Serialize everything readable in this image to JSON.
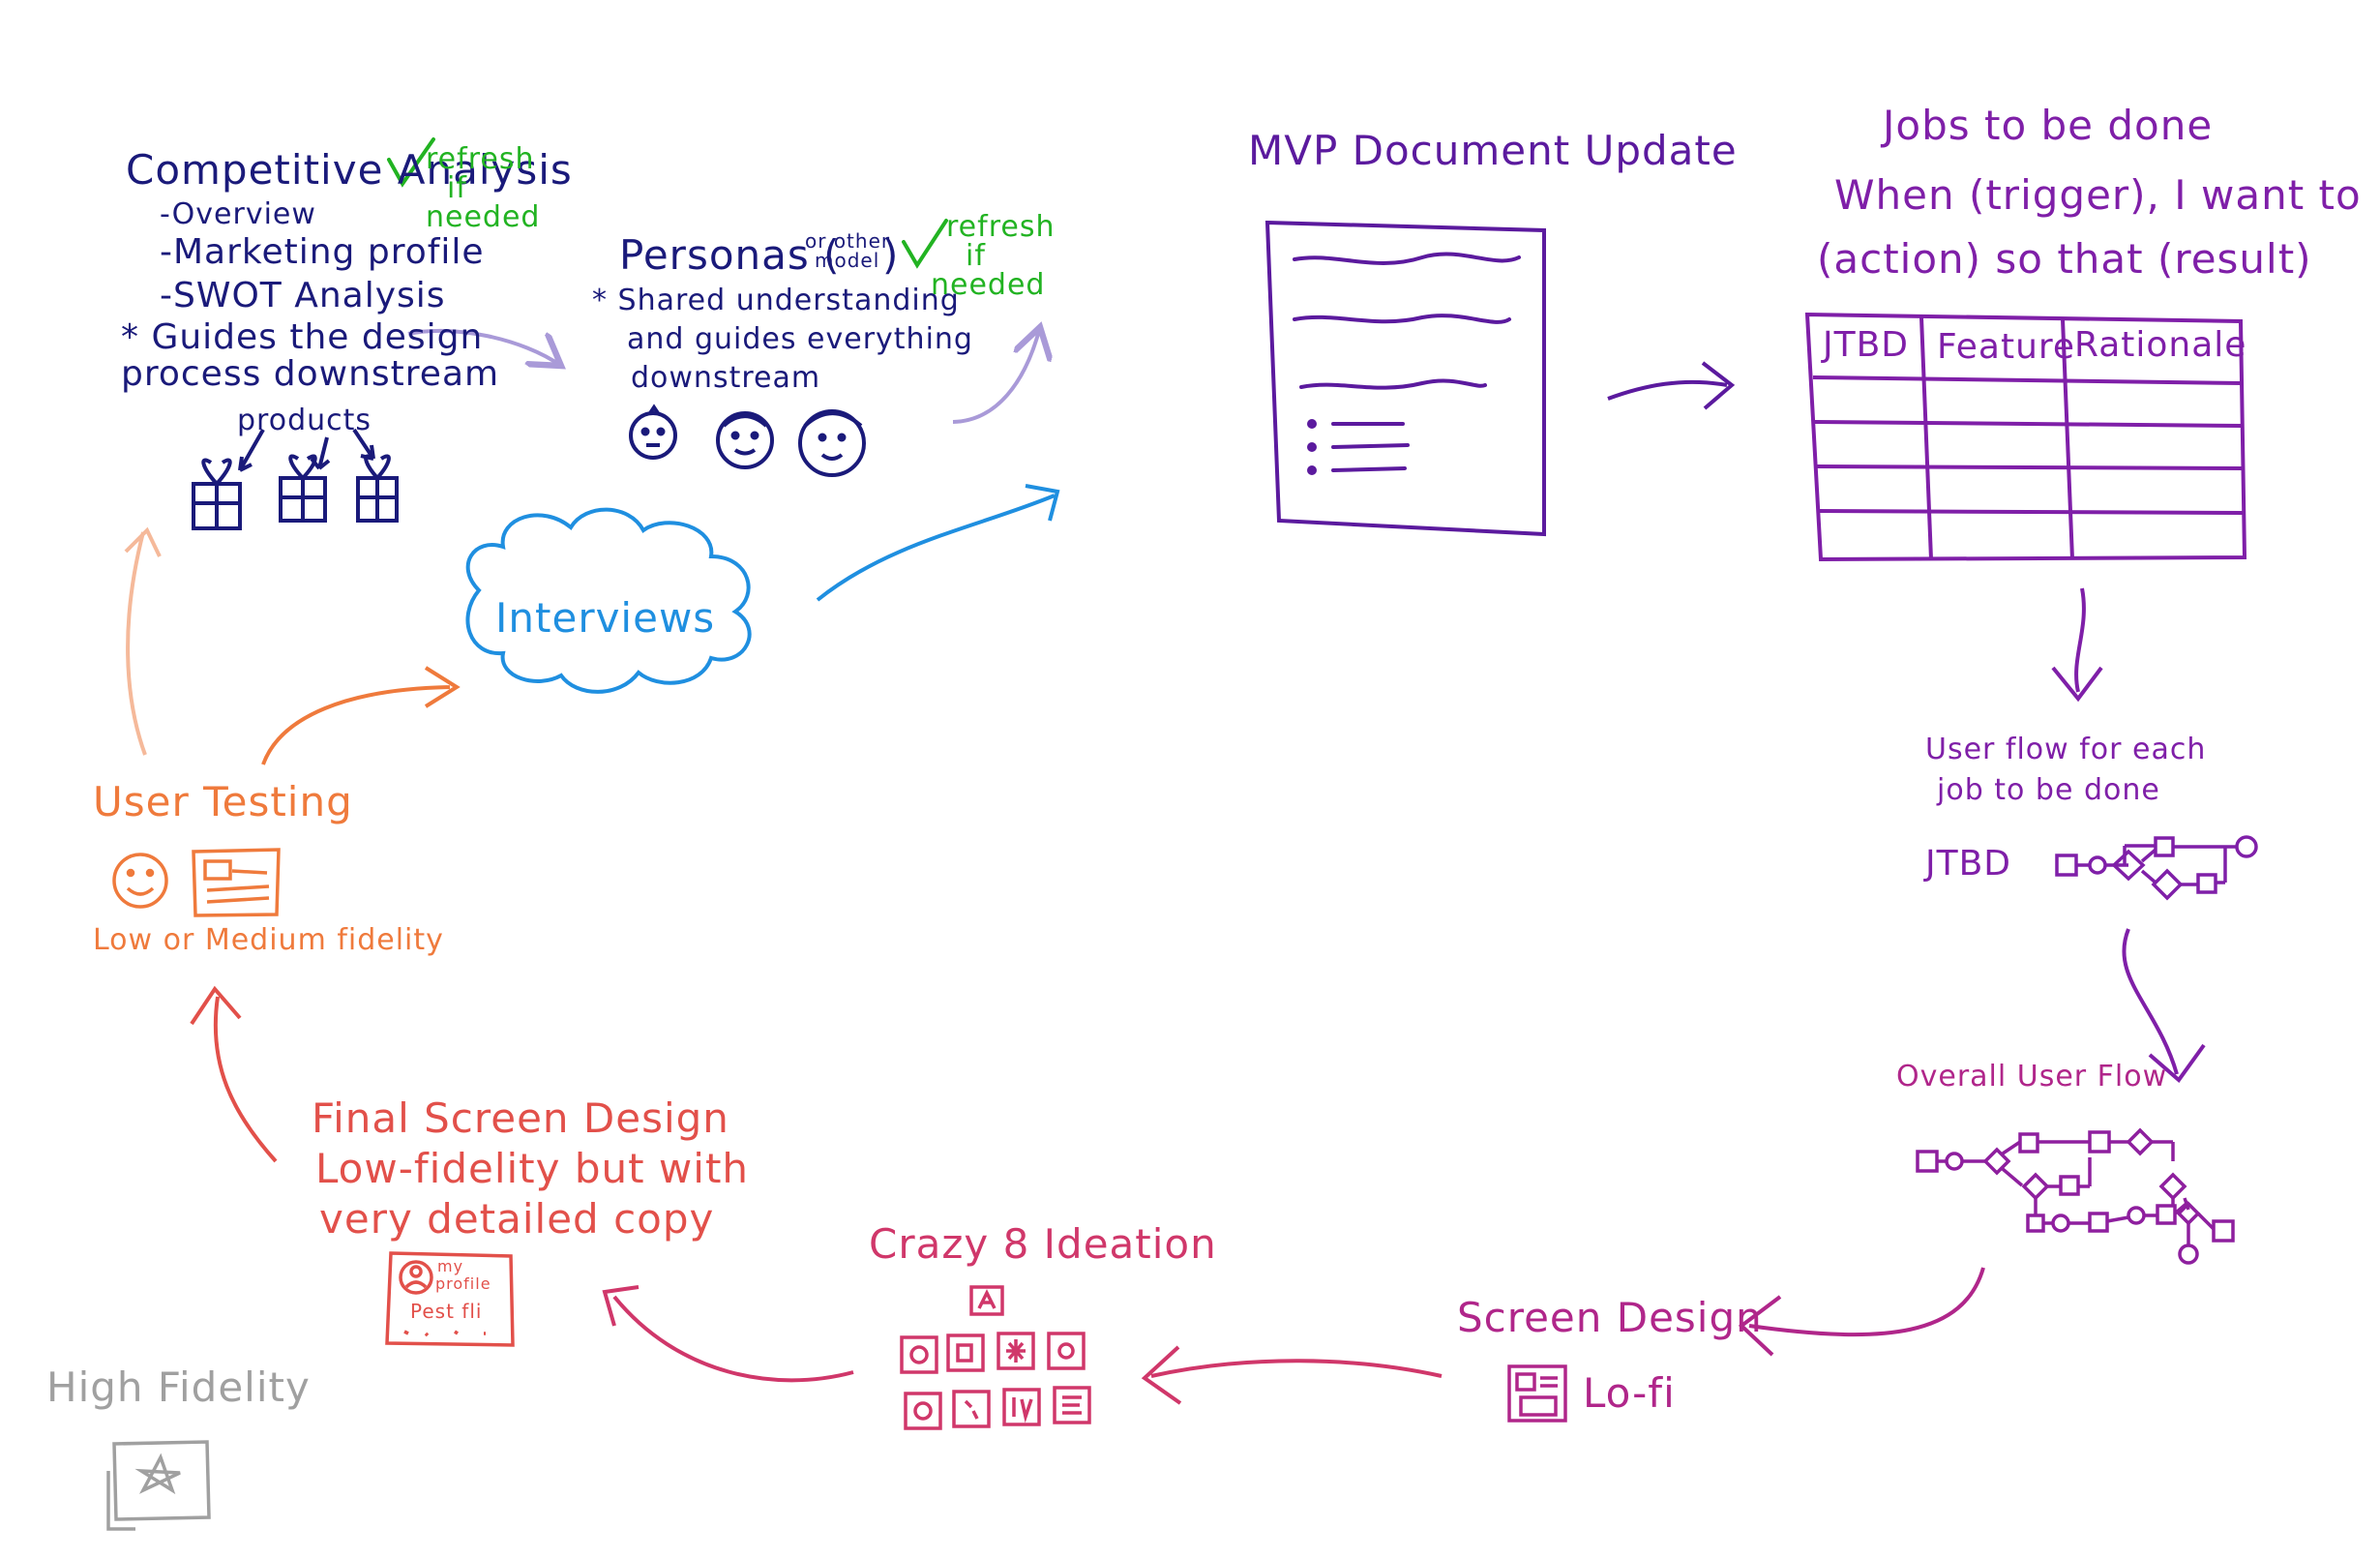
{
  "competitive_analysis": {
    "title": "Competitive Analysis",
    "items": [
      "-Overview",
      "-Marketing profile",
      "-SWOT Analysis"
    ],
    "note_line1": "* Guides the design",
    "note_line2": "process downstream",
    "products_label": "products",
    "refresh": [
      "refresh",
      "if",
      "needed"
    ]
  },
  "personas": {
    "title": "Personas (",
    "aside_line1": "or other",
    "aside_line2": "model",
    "close_paren": ")",
    "note_line1": "* Shared understanding",
    "note_line2": "and guides everything",
    "note_line3": "downstream",
    "refresh": [
      "refresh",
      "if",
      "needed"
    ]
  },
  "interviews": {
    "label": "Interviews"
  },
  "mvp": {
    "title": "MVP Document Update"
  },
  "jtbd": {
    "title": "Jobs to be done",
    "line1": "When (trigger), I want to",
    "line2": "(action) so that (result)",
    "columns": [
      "JTBD",
      "Feature",
      "Rationale"
    ]
  },
  "user_flow": {
    "line1": "User flow for each",
    "line2": "job to be done",
    "tag": "JTBD"
  },
  "overall_flow": {
    "label": "Overall User Flow"
  },
  "screen_design": {
    "title": "Screen Design",
    "sub": "Lo-fi"
  },
  "crazy8": {
    "title": "Crazy 8 Ideation"
  },
  "final_screen": {
    "line1": "Final Screen Design",
    "line2": "Low-fidelity but with",
    "line3": "very detailed copy",
    "thumb_line1": "my",
    "thumb_line2": "profile",
    "thumb_line3": "Pest fli"
  },
  "user_testing": {
    "title": "User Testing",
    "sub": "Low or Medium fidelity"
  },
  "high_fidelity": {
    "label": "High Fidelity"
  },
  "colors": {
    "navy": "#1a1a7a",
    "green": "#22b322",
    "purple": "#7f1fa8",
    "violet": "#5b1a9e",
    "blue": "#1f8fe0",
    "orange": "#ef7a3c",
    "red": "#e2504a",
    "crimson": "#d0376a",
    "grey": "#a0a0a0"
  }
}
